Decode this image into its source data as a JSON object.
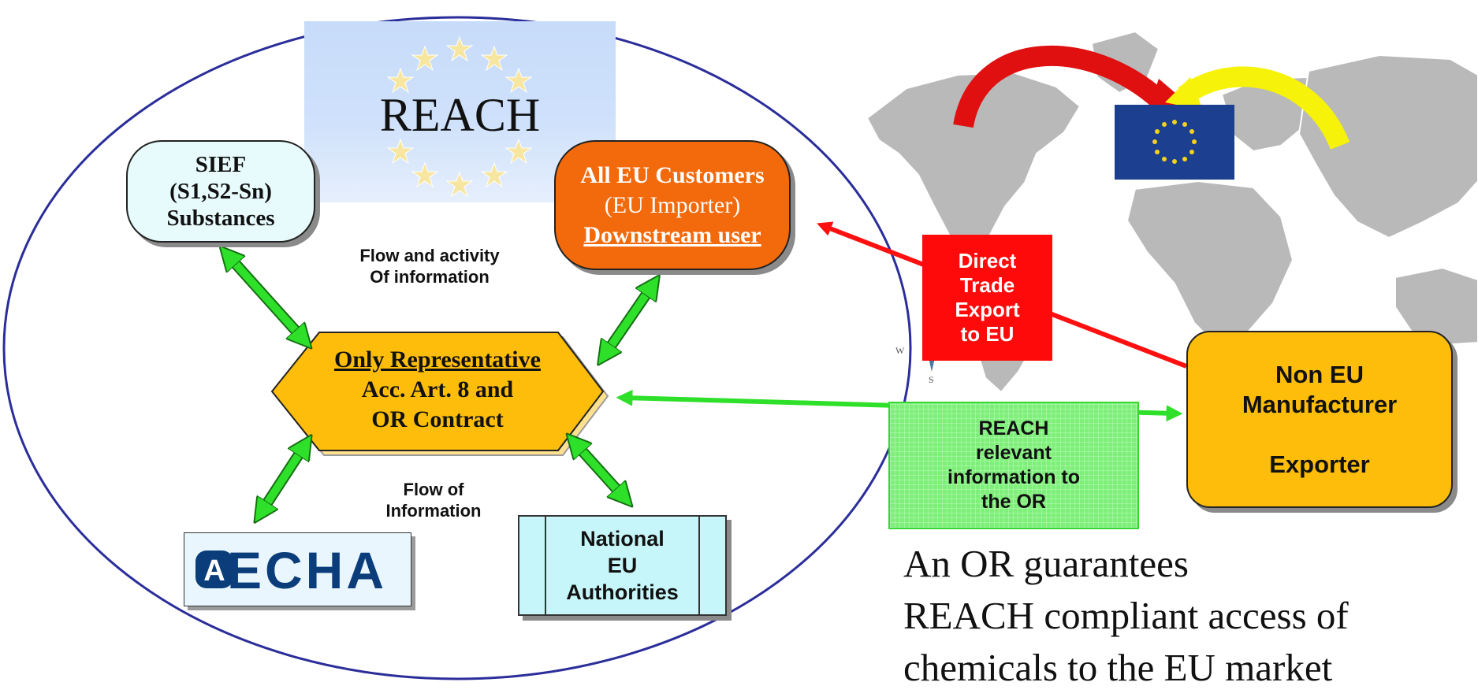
{
  "reach_logo": {
    "title": "REACH"
  },
  "sief": {
    "line1": "SIEF",
    "line2": "(S1,S2-Sn)",
    "line3": "Substances"
  },
  "customers": {
    "line1": "All EU Customers",
    "line2": "(EU Importer)",
    "line3": "Downstream user"
  },
  "flow_top": {
    "line1": "Flow and activity",
    "line2": "Of information"
  },
  "only_rep": {
    "line1": "Only Representative",
    "line2": "Acc. Art. 8 and",
    "line3": "OR Contract"
  },
  "flow_bottom": {
    "line1": "Flow of",
    "line2": "Information"
  },
  "echa": {
    "text": "ECHA",
    "logo_letter": "A"
  },
  "national": {
    "line1": "National",
    "line2": "EU",
    "line3": "Authorities"
  },
  "direct_trade": {
    "line1": "Direct",
    "line2": "Trade",
    "line3": "Export",
    "line4": "to EU"
  },
  "relevant": {
    "line1": "REACH",
    "line2": "relevant",
    "line3": "information to",
    "line4": "the OR"
  },
  "manufacturer": {
    "line1": "Non EU",
    "line2": "Manufacturer",
    "line3": "Exporter"
  },
  "compass": {
    "west": "W",
    "south": "S"
  },
  "caption": {
    "line1": "An OR guarantees",
    "line2": "REACH compliant access of",
    "line3": "chemicals to the EU market"
  },
  "colors": {
    "ellipse": "#2b2e9a",
    "customers_fill": "#f26a0c",
    "or_fill": "#fdbd0a",
    "arrow_green": "#2ee02a",
    "arrow_red": "#ff1010",
    "curve_red": "#e01010",
    "curve_yellow": "#f6f20a",
    "eu_blue": "#1d3f8f",
    "star_gold": "#f7d21c"
  }
}
